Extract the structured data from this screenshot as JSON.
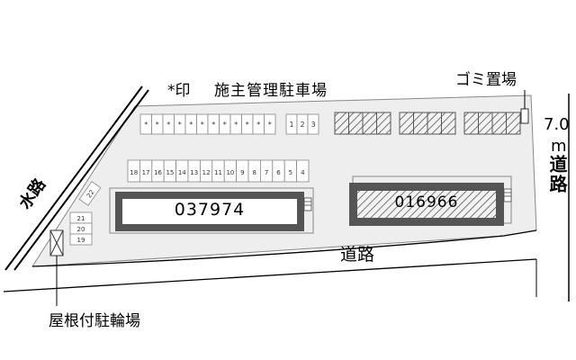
{
  "labels": {
    "legend_mark": "*印",
    "parking_title": "施主管理駐車場",
    "garbage": "ゴミ置場",
    "road_width": "7.0",
    "road_unit": "m",
    "road_right": "道路",
    "road_bottom": "道路",
    "waterway": "水路",
    "bike_parking": "屋根付駐輪場"
  },
  "buildings": [
    {
      "code": "037974"
    },
    {
      "code": "016966"
    }
  ],
  "parking": {
    "top_left": {
      "spots": 12,
      "marked": true
    },
    "top_numbered": [
      "1",
      "2",
      "3"
    ],
    "hatched_groups": 3,
    "middle_row": [
      "18",
      "17",
      "16",
      "15",
      "14",
      "13",
      "12",
      "11",
      "10",
      "9",
      "8",
      "7",
      "6",
      "5",
      "4"
    ],
    "left_column": [
      "22",
      "21",
      "20",
      "19"
    ]
  },
  "colors": {
    "lot": "#eeeeee",
    "outline": "#888888",
    "building_edge": "#555555",
    "road_line": "#000000"
  }
}
